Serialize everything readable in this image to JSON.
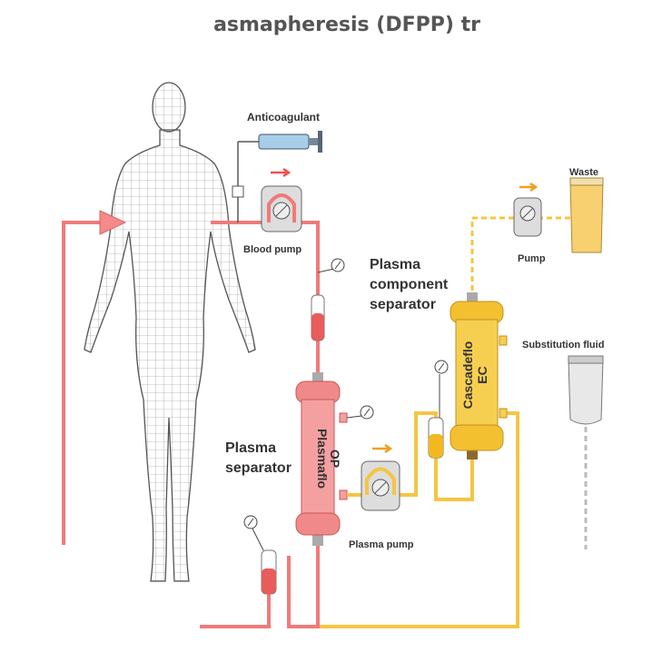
{
  "title": "asmapheresis (DFPP) tr",
  "labels": {
    "anticoagulant": "Anticoagulant",
    "blood_pump": "Blood pump",
    "plasma_separator_1": "Plasma",
    "plasma_separator_2": "separator",
    "plasma_pump": "Plasma pump",
    "component_1": "Plasma",
    "component_2": "component",
    "component_3": "separator",
    "pump": "Pump",
    "waste": "Waste",
    "substitution_fluid": "Substitution fluid",
    "plasmaflo_1": "Plasmaflo",
    "plasmaflo_2": "OP",
    "cascadeflo_1": "Cascadeflo",
    "cascadeflo_2": "EC"
  },
  "colors": {
    "blood": "#f07a7a",
    "plasma": "#f5c542",
    "filter_red": "#f08a8a",
    "filter_yellow": "#f3c030"
  }
}
